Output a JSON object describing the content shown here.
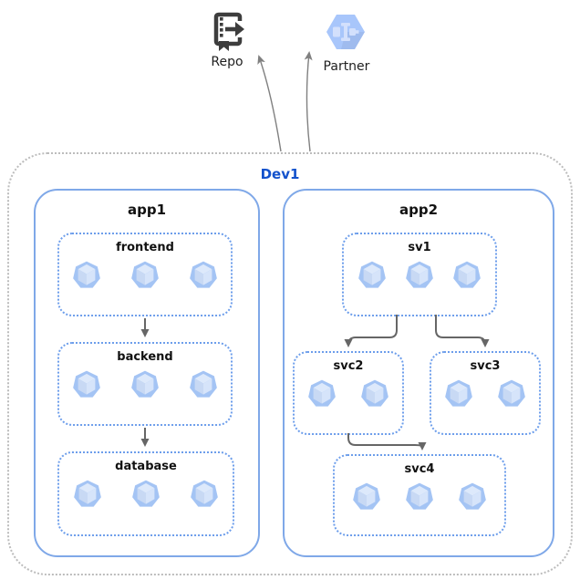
{
  "external_nodes": [
    {
      "id": "repo",
      "label": "Repo"
    },
    {
      "id": "partner",
      "label": "Partner"
    }
  ],
  "environment": {
    "label": "Dev1"
  },
  "apps": [
    {
      "label": "app1",
      "tiers": [
        {
          "label": "frontend",
          "pod_count": 3
        },
        {
          "label": "backend",
          "pod_count": 3
        },
        {
          "label": "database",
          "pod_count": 3
        }
      ],
      "flows": [
        "frontend → backend",
        "backend → database"
      ]
    },
    {
      "label": "app2",
      "tiers": [
        {
          "label": "sv1",
          "pod_count": 3
        },
        {
          "label": "svc2",
          "pod_count": 2
        },
        {
          "label": "svc3",
          "pod_count": 2
        },
        {
          "label": "svc4",
          "pod_count": 3
        }
      ],
      "flows": [
        "sv1 → svc2",
        "sv1 → svc3",
        "svc2 → svc4"
      ]
    }
  ],
  "outbound_arrows": [
    "Dev1 → Repo",
    "Dev1 → Partner"
  ],
  "colors": {
    "env_border": "#bcbcbc",
    "env_label": "#1352cc",
    "app_border": "#7fa8e8",
    "tier_border": "#6d9eeb",
    "flow_arrow": "#666666",
    "external_arrow": "#808080",
    "pod_heptagon": "#a4c4f4",
    "pod_cube_top": "#dde9fb",
    "repo_icon": "#3d3d3d",
    "partner_hexagon": "#a8c6fb"
  }
}
